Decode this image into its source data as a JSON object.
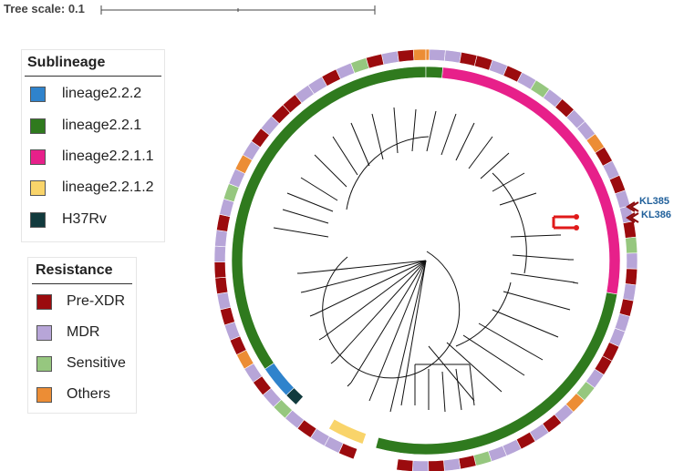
{
  "tree_scale": {
    "label": "Tree scale: 0.1"
  },
  "sublineage_legend": {
    "title": "Sublineage",
    "items": [
      {
        "label": "lineage2.2.2",
        "color": "#2f83cc"
      },
      {
        "label": "lineage2.2.1",
        "color": "#2f7a1e"
      },
      {
        "label": "lineage2.2.1.1",
        "color": "#e7208a"
      },
      {
        "label": "lineage2.2.1.2",
        "color": "#f9d46a"
      },
      {
        "label": "H37Rv",
        "color": "#113a3d"
      }
    ]
  },
  "resistance_legend": {
    "title": "Resistance",
    "items": [
      {
        "label": "Pre-XDR",
        "color": "#9b0b0e"
      },
      {
        "label": "MDR",
        "color": "#b7a5d8"
      },
      {
        "label": "Sensitive",
        "color": "#96c77f"
      },
      {
        "label": "Others",
        "color": "#ec8d35"
      }
    ]
  },
  "highlight_labels": [
    "KL385",
    "KL386"
  ],
  "icons": {
    "marker": "double-chevron-marker-icon"
  }
}
